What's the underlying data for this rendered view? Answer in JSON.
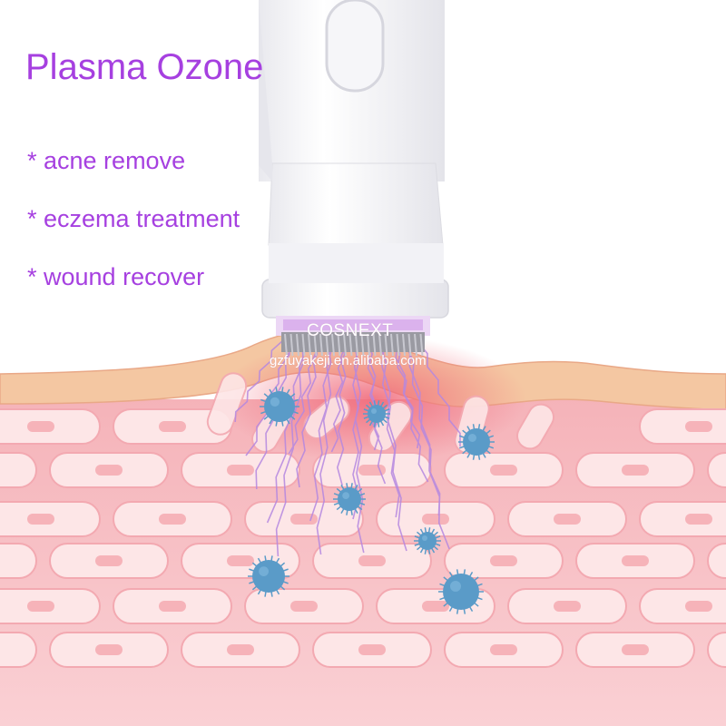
{
  "heading": "Plasma Ozone",
  "features": [
    "* acne remove",
    "* eczema treatment",
    "* wound recover"
  ],
  "brand": "COSNEXT",
  "website": "gzfuyakeji.en.alibaba.com",
  "colors": {
    "accent": "#a640e0",
    "skin_surface": "#f2c39e",
    "tissue": "#f7b9bf",
    "cell": "#fde6e7",
    "bacteria": "#5a9bc8",
    "plasma": "#a67ad8"
  },
  "icons": [
    "bacteria-icon",
    "plasma-wand-icon"
  ]
}
